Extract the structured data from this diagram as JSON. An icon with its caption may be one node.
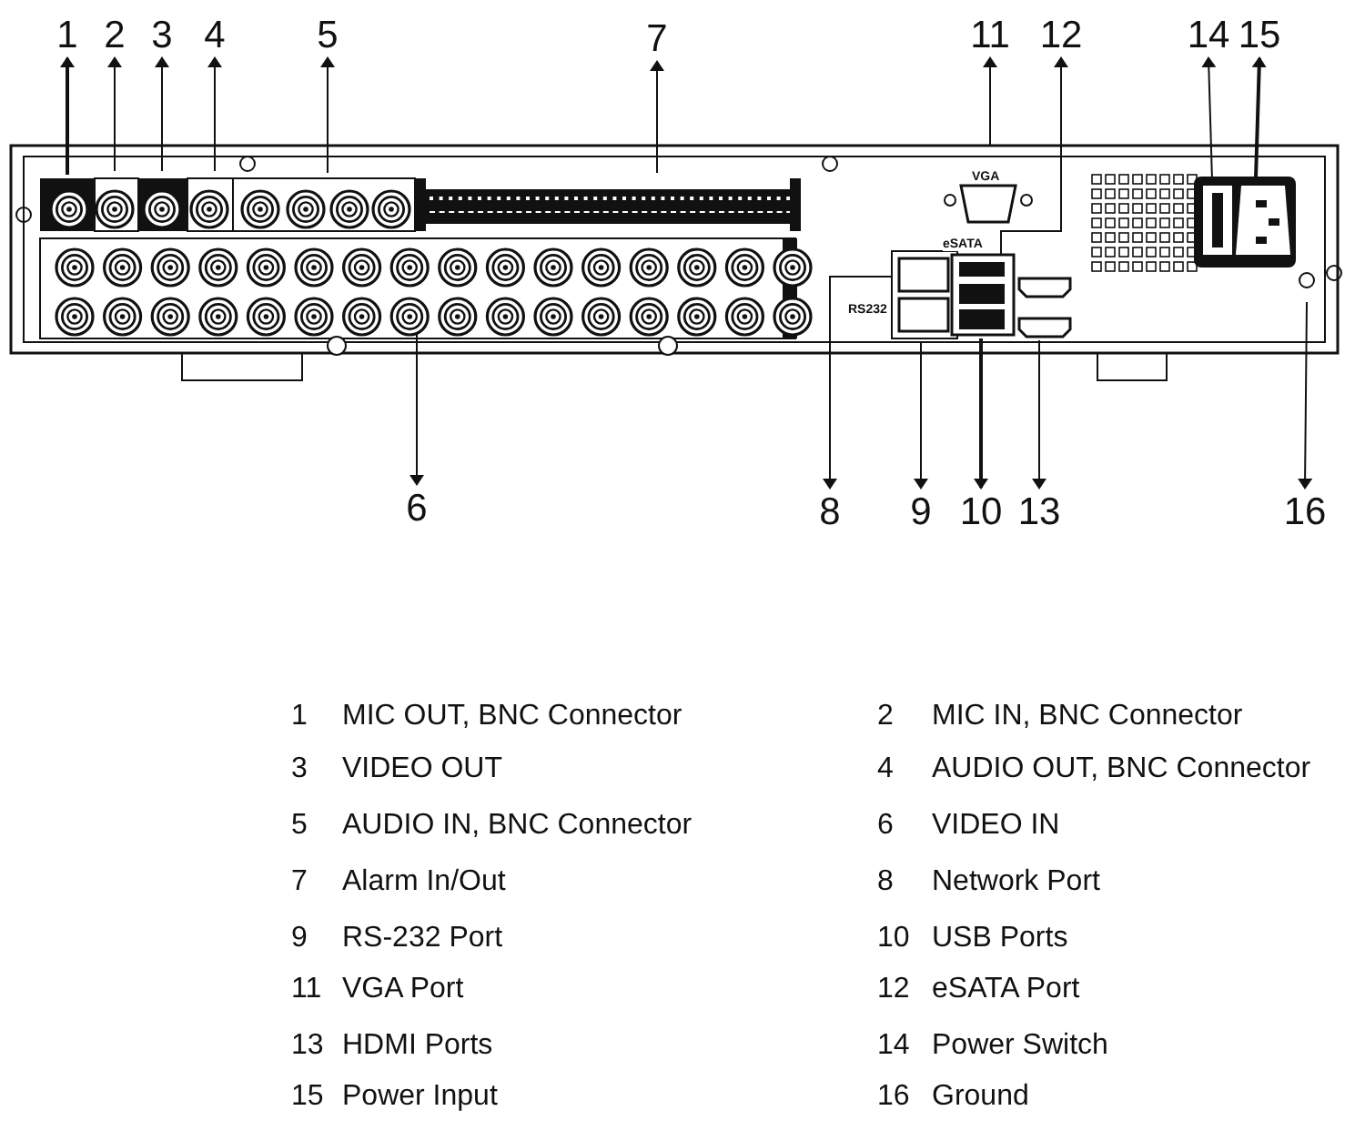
{
  "diagram": {
    "nodes": [
      {
        "text": [
          "1"
        ]
      },
      {
        "text": [
          "2"
        ]
      },
      {
        "text": [
          "3"
        ]
      },
      {
        "text": [
          "4"
        ]
      },
      {
        "text": [
          "5"
        ]
      },
      {
        "text": [
          "7"
        ]
      },
      {
        "text": [
          "11"
        ]
      },
      {
        "text": [
          "12"
        ]
      },
      {
        "text": [
          "14"
        ]
      },
      {
        "text": [
          "15"
        ]
      },
      {
        "text": [
          "6"
        ]
      },
      {
        "text": [
          "8"
        ]
      },
      {
        "text": [
          "9"
        ]
      },
      {
        "text": [
          "10"
        ]
      },
      {
        "text": [
          "13"
        ]
      },
      {
        "text": [
          "16"
        ]
      }
    ],
    "edges": [
      {
        "from": null,
        "to": 0,
        "arrow": "to"
      },
      {
        "from": null,
        "to": 1,
        "arrow": "to"
      },
      {
        "from": null,
        "to": 2,
        "arrow": "to"
      },
      {
        "from": null,
        "to": 3,
        "arrow": "to"
      },
      {
        "from": null,
        "to": 4,
        "arrow": "to"
      },
      {
        "from": null,
        "to": 5,
        "arrow": "to"
      },
      {
        "from": null,
        "to": 6,
        "arrow": "to"
      },
      {
        "from": null,
        "to": 7,
        "arrow": "to"
      },
      {
        "from": null,
        "to": 8,
        "arrow": "to"
      },
      {
        "from": null,
        "to": 9,
        "arrow": "to"
      },
      {
        "from": null,
        "to": 10,
        "arrow": "to"
      },
      {
        "from": null,
        "to": 11,
        "arrow": "to"
      },
      {
        "from": null,
        "to": 12,
        "arrow": "to"
      },
      {
        "from": null,
        "to": 13,
        "arrow": "to"
      },
      {
        "from": null,
        "to": 14,
        "arrow": "to"
      },
      {
        "from": null,
        "to": 15,
        "arrow": "to"
      }
    ],
    "labels": [
      "VGA",
      "eSATA",
      "RS232",
      "1",
      "MIC OUT, BNC Connector",
      "2",
      "MIC IN, BNC Connector",
      "3",
      "VIDEO OUT",
      "4",
      "AUDIO OUT, BNC Connector",
      "5",
      "AUDIO IN, BNC Connector",
      "6",
      "VIDEO IN",
      "7",
      "Alarm In/Out",
      "8",
      "Network Port",
      "9",
      "RS-232 Port",
      "10",
      "USB Ports",
      "11",
      "VGA Port",
      "12",
      "eSATA Port",
      "13",
      "HDMI Ports",
      "14",
      "Power Switch",
      "15",
      "Power Input",
      "16",
      "Ground"
    ]
  }
}
